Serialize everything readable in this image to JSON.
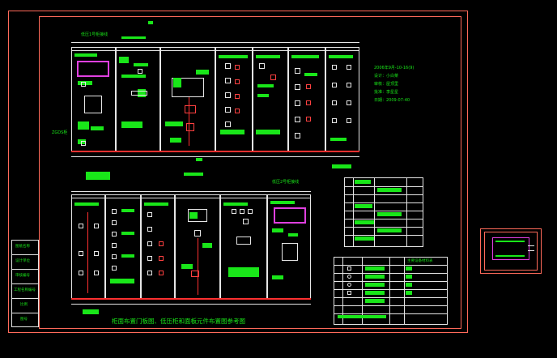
{
  "drawing": {
    "title": "柜面布置门板图、低压柜和面板元件布置图参考图",
    "top_section_label": "低压1号柜接线",
    "bottom_section_label": "低压2号柜接线",
    "side_label": "ZGDS柜",
    "notes": [
      "2006年9月-10-16(9)",
      "设计：小白菜",
      "审核：屋顶里",
      "批准：李星星",
      "日期：2009-07-40"
    ],
    "title_block": [
      "图纸名称",
      "设计单位",
      "审核编号",
      "工程名称编号",
      "比例",
      "图号"
    ],
    "legend_header": "主要设备材料表"
  },
  "colors": {
    "background": "#000000",
    "frame": "#ff6a5a",
    "line": "#e6e6e6",
    "green": "#19e619",
    "red": "#ff3030",
    "magenta": "#e040e0"
  }
}
